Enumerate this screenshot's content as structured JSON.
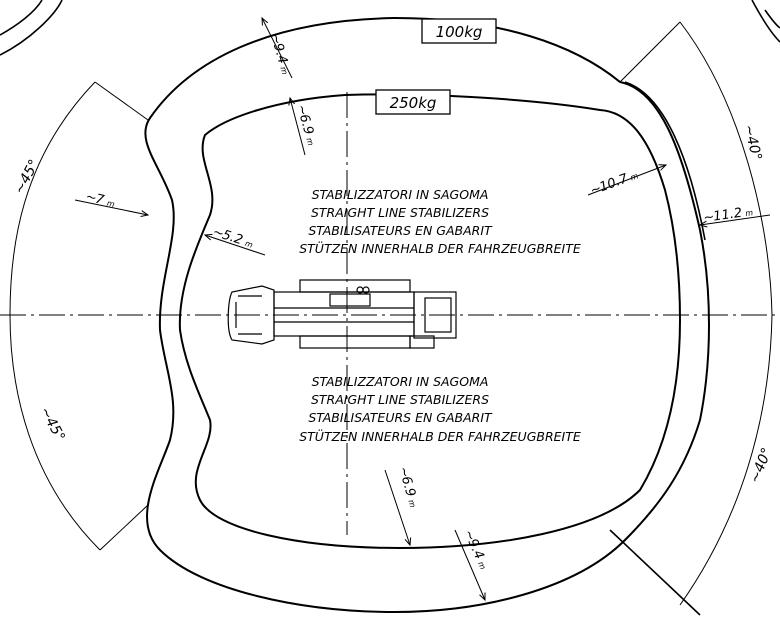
{
  "load_zones": {
    "outer": "100kg",
    "inner": "250kg"
  },
  "stabilizer_note_top": [
    "STABILIZZATORI IN SAGOMA",
    "STRAIGHT LINE STABILIZERS",
    "STABILISATEURS EN GABARIT",
    "STÜTZEN INNERHALB DER FAHRZEUGBREITE"
  ],
  "stabilizer_note_bottom": [
    "STABILIZZATORI IN SAGOMA",
    "STRAIGHT LINE STABILIZERS",
    "STABILISATEURS EN GABARIT",
    "STÜTZEN INNERHALB DER FAHRZEUGBREITE"
  ],
  "dimensions": {
    "outer_top": {
      "prefix": "~",
      "value": "9.4",
      "unit": "m"
    },
    "inner_top": {
      "prefix": "~",
      "value": "6.9",
      "unit": "m"
    },
    "outer_side_rear": {
      "prefix": "~",
      "value": "7",
      "unit": "m"
    },
    "inner_side_rear": {
      "prefix": "~",
      "value": "5.2",
      "unit": "m"
    },
    "inner_right": {
      "prefix": "~",
      "value": "10.7",
      "unit": "m"
    },
    "outer_right": {
      "prefix": "~",
      "value": "11.2",
      "unit": "m"
    },
    "inner_bottom": {
      "prefix": "~",
      "value": "6.9",
      "unit": "m"
    },
    "outer_bottom": {
      "prefix": "~",
      "value": "9.4",
      "unit": "m"
    }
  },
  "angles": {
    "left_upper": "~45°",
    "left_lower": "~45°",
    "right_upper": "~40°",
    "right_lower": "~40°"
  },
  "colors": {
    "line": "#000000",
    "background": "#ffffff"
  }
}
